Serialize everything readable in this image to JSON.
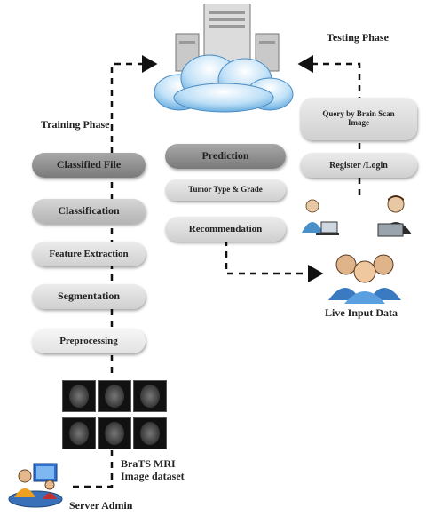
{
  "phases": {
    "training": "Training Phase",
    "testing": "Testing Phase"
  },
  "training_steps": [
    "Classified File",
    "Classification",
    "Feature Extraction",
    "Segmentation",
    "Preprocessing"
  ],
  "cloud_steps": [
    "Prediction",
    "Tumor Type & Grade",
    "Recommendation"
  ],
  "testing_steps": [
    "Query by Brain Scan Image",
    "Register /Login"
  ],
  "dataset_label": "BraTS MRI Image dataset",
  "server_admin_label": "Server Admin",
  "live_input_label": "Live Input Data",
  "icons": [
    "server-icon",
    "cloud-icon",
    "user-laptop-icon",
    "users-group-icon",
    "admin-icon",
    "mri-scan-icon"
  ]
}
